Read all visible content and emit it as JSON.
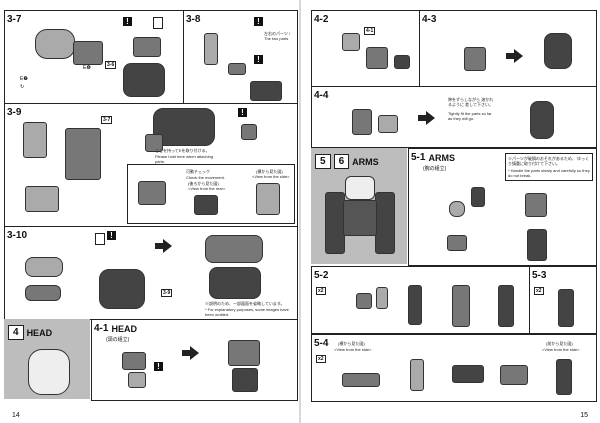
{
  "left_page": {
    "page_number": "14",
    "steps": {
      "s3_7": "3-7",
      "s3_8": "3-8",
      "s3_9": "3-9",
      "s3_10": "3-10",
      "s4_1": "4-1"
    },
    "section": {
      "number": "4",
      "title": "HEAD"
    },
    "head_step_title": "HEAD",
    "head_step_sub": "(頭の組立)",
    "labels": {
      "s3_7_ref": "3-6",
      "s3_9_ref": "3-7",
      "s3_8_note": "左右のパーツ / The two parts",
      "s3_9_note_jp": "ここを持ってEを取り付ける。",
      "s3_9_note_en": "Please hold here when attaching parts.",
      "s3_9_check_jp": "可動チェック",
      "s3_9_check_en": "Check the movement.",
      "s3_9_view_rear_jp": "(後ろから見た図)",
      "s3_9_view_rear_en": "<View from the rear>",
      "s3_9_view_side_jp": "(横から見た図)",
      "s3_9_view_side_en": "<View from the side>",
      "s3_10_note_jp": "※説明のため、一部図面を省略しています。",
      "s3_10_note_en": "* For explanatory purposes, some images have been omitted.",
      "s3_10_ref": "3-9"
    }
  },
  "right_page": {
    "page_number": "15",
    "steps": {
      "s4_2": "4-2",
      "s4_3": "4-3",
      "s4_4": "4-4",
      "s5_1": "5-1",
      "s5_2": "5-2",
      "s5_3": "5-3",
      "s5_4": "5-4"
    },
    "section": {
      "num_a": "5",
      "num_b": "6",
      "title": "ARMS"
    },
    "arms_step_title": "ARMS",
    "arms_step_sub": "(腕の組立)",
    "labels": {
      "s4_2_ref": "4-1",
      "s4_4_note_jp": "隙をずらしながら 溶かれるように 差して下さい。",
      "s4_4_note_en": "Tightly fit the parts so far as they will go.",
      "s5_1_note_jp": "※パーツが破損のおそれがあるため、 ゆっくり慎重に取り付けて下さい。",
      "s5_1_note_en": "* Handle the parts slowly and carefully so they do not break.",
      "s5_4_view_side_jp": "(横から見た図)",
      "s5_4_view_side_en": "<View from the side>",
      "s5_4_view_front_jp": "(前から見た図)",
      "s5_4_view_front_en": "<View from the side>",
      "x2": "x2"
    }
  }
}
